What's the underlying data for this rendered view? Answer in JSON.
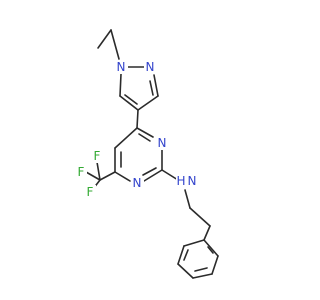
{
  "molecule": {
    "atoms": [
      {
        "id": "n_pz1",
        "symbol": "N",
        "color": "#3344cc"
      },
      {
        "id": "n_pz2",
        "symbol": "N",
        "color": "#3344cc"
      },
      {
        "id": "n_pm1",
        "symbol": "N",
        "color": "#3344cc"
      },
      {
        "id": "n_pm3",
        "symbol": "N",
        "color": "#3344cc"
      },
      {
        "id": "n_amine",
        "symbol": "N",
        "color": "#3344cc"
      },
      {
        "id": "h_amine",
        "symbol": "H",
        "color": "#3344cc"
      },
      {
        "id": "f1",
        "symbol": "F",
        "color": "#33aa33"
      },
      {
        "id": "f2",
        "symbol": "F",
        "color": "#33aa33"
      },
      {
        "id": "f3",
        "symbol": "F",
        "color": "#33aa33"
      }
    ],
    "colors": {
      "bond": "#2b2b2b",
      "nitrogen": "#3344cc",
      "fluorine": "#33aa33"
    }
  }
}
